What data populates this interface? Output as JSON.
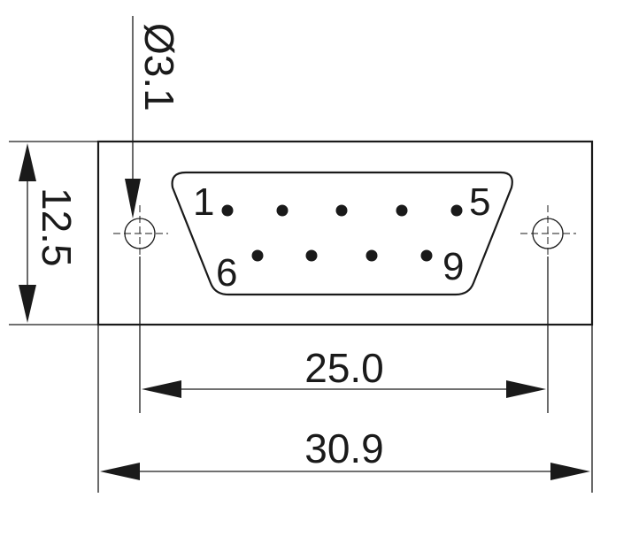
{
  "dimensions": {
    "hole_diameter": "Ø3.1",
    "height": "12.5",
    "hole_spacing": "25.0",
    "overall_width": "30.9"
  },
  "pin_labels": {
    "first_row_start": "1",
    "first_row_end": "5",
    "second_row_start": "6",
    "second_row_end": "9"
  },
  "pins": {
    "row1_count": 5,
    "row2_count": 4
  }
}
